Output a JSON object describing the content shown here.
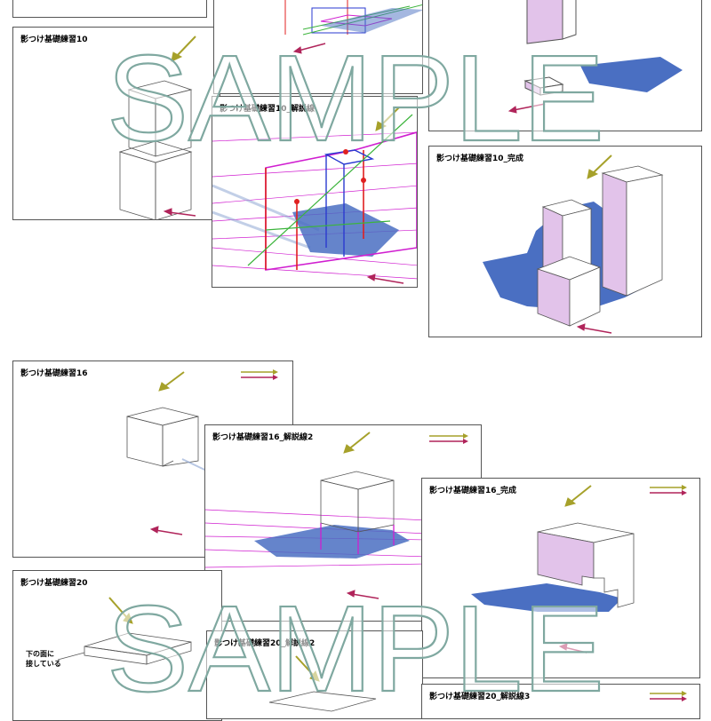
{
  "sheets": {
    "ex10": {
      "title": "影つけ基礎練習10"
    },
    "ex10_guide": {
      "title": "影つけ基礎練習10_解説線"
    },
    "ex10_done": {
      "title": "影つけ基礎練習10_完成"
    },
    "ex16": {
      "title": "影つけ基礎練習16"
    },
    "ex16_guide": {
      "title": "影つけ基礎練習16_解説線2"
    },
    "ex16_done": {
      "title": "影つけ基礎練習16_完成"
    },
    "ex20": {
      "title": "影つけ基礎練習20",
      "note_line1": "下の面に",
      "note_line2": "接している"
    },
    "ex20_guide": {
      "title": "影つけ基礎練習20_解説線2"
    },
    "ex20_guide2": {
      "title": "影つけ基礎練習20_解説線3"
    }
  },
  "watermark": {
    "text": "SAMPLE"
  },
  "colors": {
    "light_arrow": "#a6a12a",
    "view_arrow": "#b0245a",
    "shadow": "#4a6fc2",
    "lit_face": "#e2c3ea",
    "guide_magenta": "#d01ed0",
    "guide_red": "#e02020",
    "guide_green": "#3cb43c",
    "guide_blue": "#2a3ad0"
  }
}
